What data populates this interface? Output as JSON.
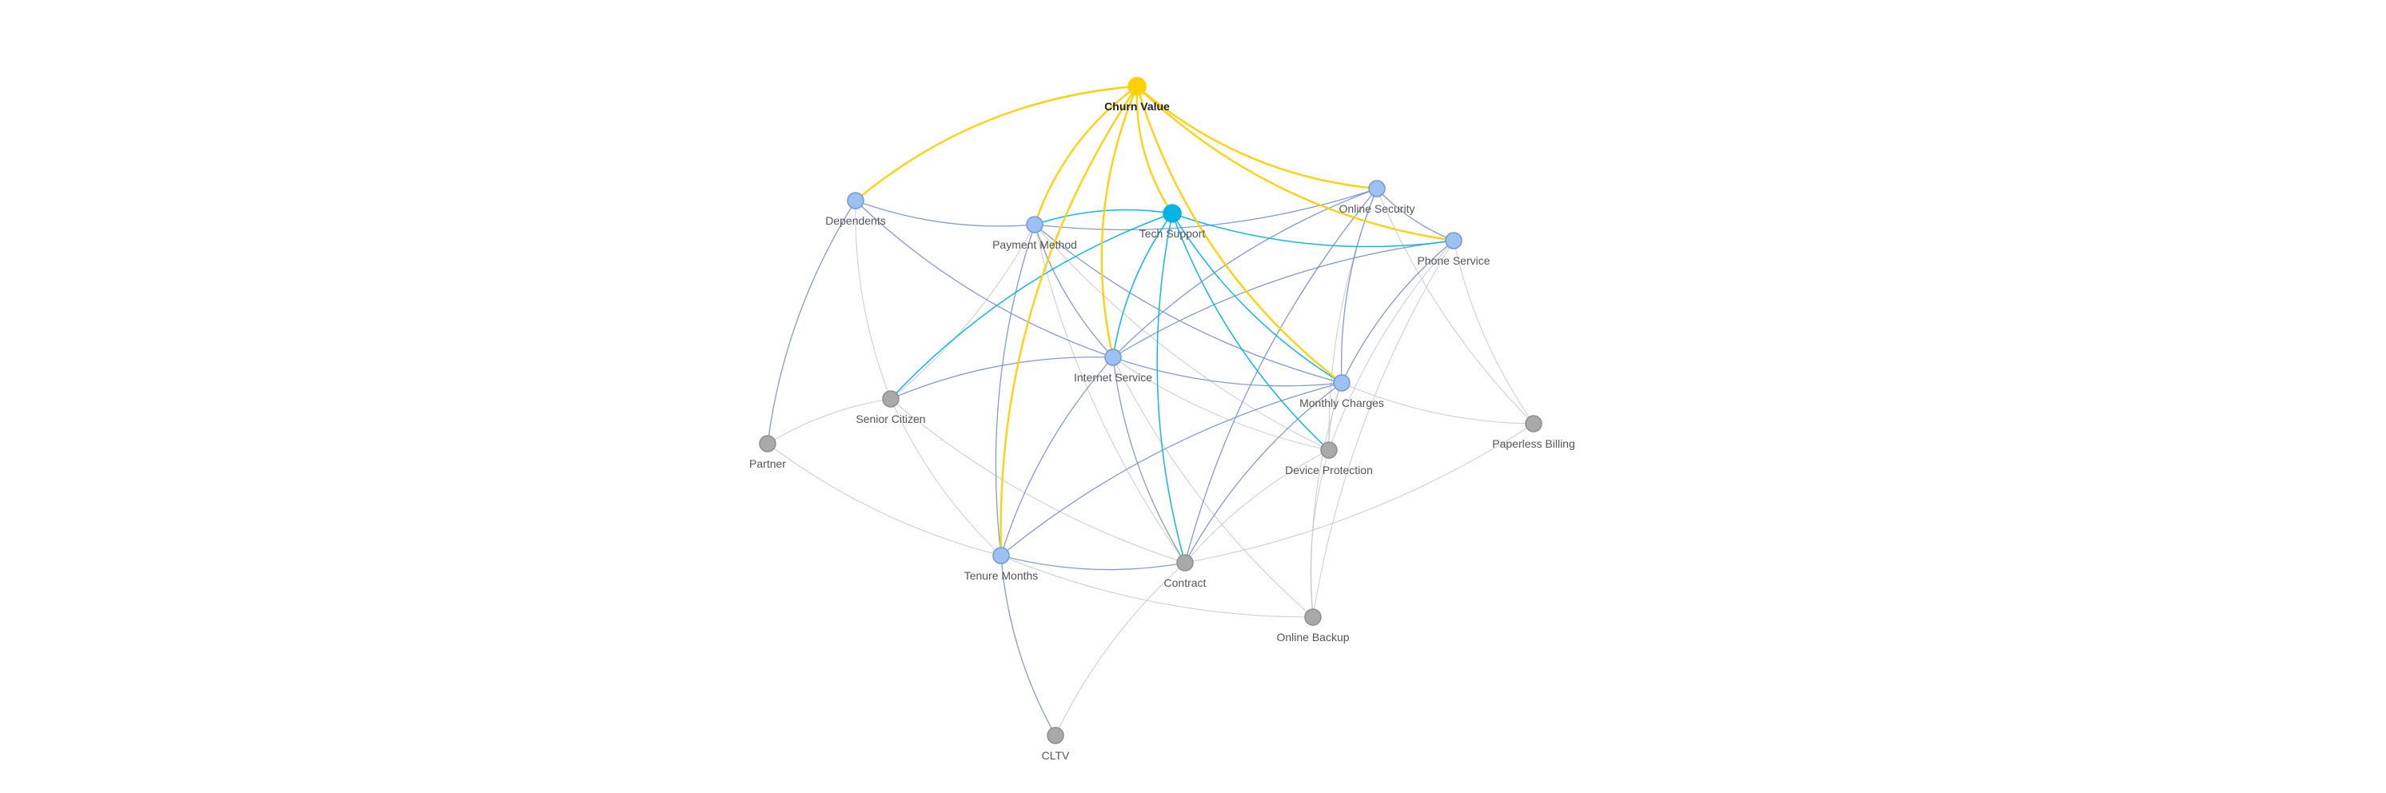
{
  "graph": {
    "colors": {
      "highlight_primary": "#FFD000",
      "highlight_secondary": "#00B4E6",
      "related_node": "#9DC1F2",
      "related_node_stroke": "#6E9BD6",
      "related_edge": "#7C97C8",
      "default_node": "#A9A9A9",
      "default_node_stroke": "#8E8E8E",
      "default_edge": "#C8C8C8"
    },
    "nodes": [
      {
        "id": "churn",
        "label": "Churn Value",
        "state": "primary"
      },
      {
        "id": "tech",
        "label": "Tech Support",
        "state": "secondary"
      },
      {
        "id": "dependents",
        "label": "Dependents",
        "state": "related"
      },
      {
        "id": "payment",
        "label": "Payment Method",
        "state": "related"
      },
      {
        "id": "onlinesec",
        "label": "Online Security",
        "state": "related"
      },
      {
        "id": "phone",
        "label": "Phone Service",
        "state": "related"
      },
      {
        "id": "internet",
        "label": "Internet Service",
        "state": "related"
      },
      {
        "id": "monthly",
        "label": "Monthly Charges",
        "state": "related"
      },
      {
        "id": "tenure",
        "label": "Tenure Months",
        "state": "related"
      },
      {
        "id": "senior",
        "label": "Senior Citizen",
        "state": "default"
      },
      {
        "id": "partner",
        "label": "Partner",
        "state": "default"
      },
      {
        "id": "paperless",
        "label": "Paperless Billing",
        "state": "default"
      },
      {
        "id": "device",
        "label": "Device Protection",
        "state": "default"
      },
      {
        "id": "contract",
        "label": "Contract",
        "state": "default"
      },
      {
        "id": "backup",
        "label": "Online Backup",
        "state": "default"
      },
      {
        "id": "cltv",
        "label": "CLTV",
        "state": "default"
      }
    ],
    "edges": [
      {
        "source": "churn",
        "target": "dependents",
        "state": "primary"
      },
      {
        "source": "churn",
        "target": "payment",
        "state": "primary"
      },
      {
        "source": "churn",
        "target": "internet",
        "state": "primary"
      },
      {
        "source": "churn",
        "target": "tech",
        "state": "primary"
      },
      {
        "source": "churn",
        "target": "onlinesec",
        "state": "primary"
      },
      {
        "source": "churn",
        "target": "phone",
        "state": "primary"
      },
      {
        "source": "churn",
        "target": "monthly",
        "state": "primary"
      },
      {
        "source": "churn",
        "target": "tenure",
        "state": "primary"
      },
      {
        "source": "tech",
        "target": "payment",
        "state": "secondary"
      },
      {
        "source": "tech",
        "target": "internet",
        "state": "secondary"
      },
      {
        "source": "tech",
        "target": "phone",
        "state": "secondary"
      },
      {
        "source": "tech",
        "target": "monthly",
        "state": "secondary"
      },
      {
        "source": "tech",
        "target": "contract",
        "state": "secondary"
      },
      {
        "source": "tech",
        "target": "senior",
        "state": "secondary"
      },
      {
        "source": "tech",
        "target": "device",
        "state": "secondary"
      },
      {
        "source": "dependents",
        "target": "payment",
        "state": "related"
      },
      {
        "source": "dependents",
        "target": "internet",
        "state": "related"
      },
      {
        "source": "dependents",
        "target": "partner",
        "state": "related"
      },
      {
        "source": "payment",
        "target": "onlinesec",
        "state": "related"
      },
      {
        "source": "payment",
        "target": "internet",
        "state": "related"
      },
      {
        "source": "payment",
        "target": "tenure",
        "state": "related"
      },
      {
        "source": "payment",
        "target": "monthly",
        "state": "related"
      },
      {
        "source": "onlinesec",
        "target": "phone",
        "state": "related"
      },
      {
        "source": "onlinesec",
        "target": "internet",
        "state": "related"
      },
      {
        "source": "onlinesec",
        "target": "monthly",
        "state": "related"
      },
      {
        "source": "onlinesec",
        "target": "contract",
        "state": "related"
      },
      {
        "source": "phone",
        "target": "internet",
        "state": "related"
      },
      {
        "source": "phone",
        "target": "monthly",
        "state": "related"
      },
      {
        "source": "internet",
        "target": "monthly",
        "state": "related"
      },
      {
        "source": "internet",
        "target": "senior",
        "state": "related"
      },
      {
        "source": "internet",
        "target": "tenure",
        "state": "related"
      },
      {
        "source": "internet",
        "target": "contract",
        "state": "related"
      },
      {
        "source": "monthly",
        "target": "tenure",
        "state": "related"
      },
      {
        "source": "monthly",
        "target": "contract",
        "state": "related"
      },
      {
        "source": "tenure",
        "target": "contract",
        "state": "related"
      },
      {
        "source": "tenure",
        "target": "cltv",
        "state": "related"
      },
      {
        "source": "dependents",
        "target": "senior",
        "state": "default"
      },
      {
        "source": "senior",
        "target": "partner",
        "state": "default"
      },
      {
        "source": "senior",
        "target": "tenure",
        "state": "default"
      },
      {
        "source": "senior",
        "target": "contract",
        "state": "default"
      },
      {
        "source": "senior",
        "target": "payment",
        "state": "default"
      },
      {
        "source": "partner",
        "target": "tenure",
        "state": "default"
      },
      {
        "source": "payment",
        "target": "device",
        "state": "default"
      },
      {
        "source": "payment",
        "target": "contract",
        "state": "default"
      },
      {
        "source": "internet",
        "target": "device",
        "state": "default"
      },
      {
        "source": "internet",
        "target": "backup",
        "state": "default"
      },
      {
        "source": "onlinesec",
        "target": "paperless",
        "state": "default"
      },
      {
        "source": "onlinesec",
        "target": "device",
        "state": "default"
      },
      {
        "source": "phone",
        "target": "paperless",
        "state": "default"
      },
      {
        "source": "phone",
        "target": "device",
        "state": "default"
      },
      {
        "source": "phone",
        "target": "backup",
        "state": "default"
      },
      {
        "source": "monthly",
        "target": "paperless",
        "state": "default"
      },
      {
        "source": "monthly",
        "target": "device",
        "state": "default"
      },
      {
        "source": "monthly",
        "target": "backup",
        "state": "default"
      },
      {
        "source": "device",
        "target": "contract",
        "state": "default"
      },
      {
        "source": "device",
        "target": "backup",
        "state": "default"
      },
      {
        "source": "contract",
        "target": "paperless",
        "state": "default"
      },
      {
        "source": "contract",
        "target": "cltv",
        "state": "default"
      },
      {
        "source": "tenure",
        "target": "backup",
        "state": "default"
      }
    ]
  }
}
